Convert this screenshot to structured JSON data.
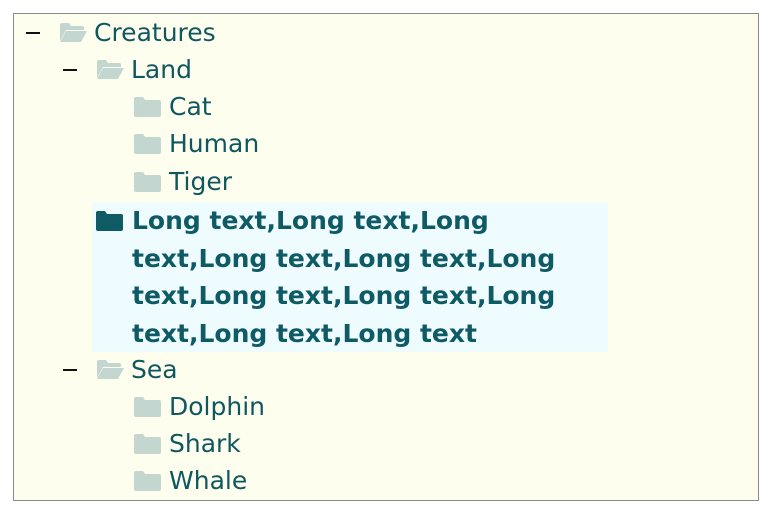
{
  "tree": {
    "root": {
      "label": "Creatures",
      "icon": "folder-open-icon",
      "expanded": true,
      "children": {
        "land": {
          "label": "Land",
          "icon": "folder-open-icon",
          "expanded": true,
          "items": [
            "Cat",
            "Human",
            "Tiger"
          ]
        },
        "selected": {
          "label": "Long text,Long text,Long text,Long text,Long text,Long text,Long text,Long text,Long text,Long text,Long text",
          "icon": "folder-closed-icon",
          "selected": true
        },
        "sea": {
          "label": "Sea",
          "icon": "folder-open-icon",
          "expanded": true,
          "items": [
            "Dolphin",
            "Shark",
            "Whale"
          ]
        }
      }
    }
  },
  "colors": {
    "panel_background": "#fefeee",
    "panel_border": "#8a8a8a",
    "text": "#11575f",
    "selected_text": "#0e5b66",
    "selected_background": "#eefbff",
    "folder_icon": "#c3d6d0",
    "selected_folder_icon": "#0e5b66",
    "toggle": "#111111"
  }
}
